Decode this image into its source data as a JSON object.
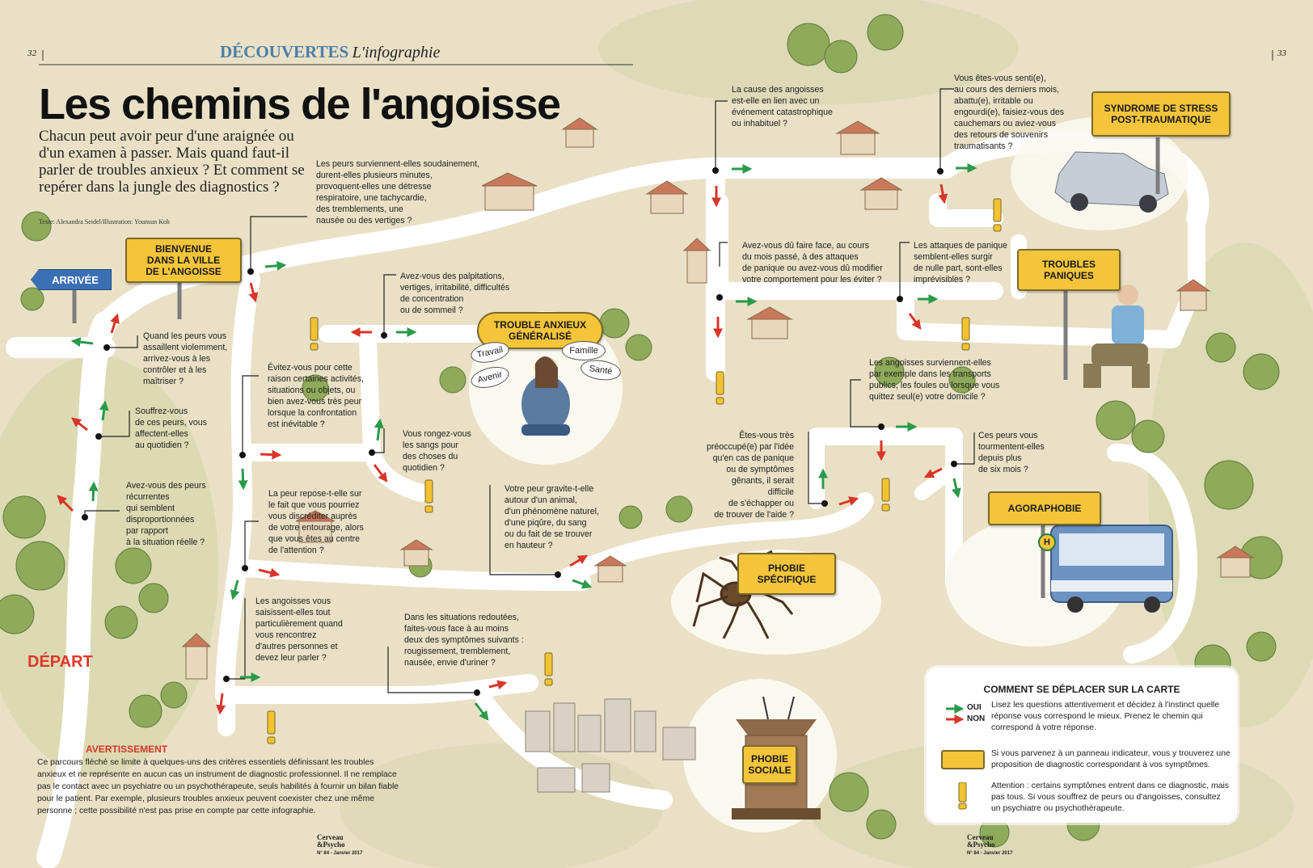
{
  "header": {
    "page_left": "32",
    "page_right": "33",
    "section": "DÉCOUVERTES",
    "section_sub": "L'infographie"
  },
  "title": "Les chemins de l'angoisse",
  "subtitle": "Chacun peut avoir peur d'une araignée ou d'un examen à passer. Mais quand faut-il parler de troubles anxieux ? Et comment se repérer dans la jungle des diagnostics ?",
  "credit": "Texte: Alexandra Seidel/Illustration: Younsun Koh",
  "labels": {
    "arrivee": "ARRIVÉE",
    "depart": "DÉPART"
  },
  "signs": {
    "bienvenue": "BIENVENUE\nDANS LA VILLE\nDE L'ANGOISSE",
    "tag": "TROUBLE ANXIEUX\nGÉNÉRALISÉ",
    "sspt": "SYNDROME DE STRESS\nPOST-TRAUMATIQUE",
    "paniques": "TROUBLES\nPANIQUES",
    "agoraphobie": "AGORAPHOBIE",
    "phobie_specifique": "PHOBIE\nSPÉCIFIQUE",
    "phobie_sociale": "PHOBIE\nSOCIALE"
  },
  "bubbles": [
    "Travail",
    "Famille",
    "Avenir",
    "Santé"
  ],
  "bus_stop": "H",
  "questions": {
    "q1": "Avez-vous des peurs\nrécurrentes\nqui semblent\ndisproportionnées\npar rapport\nà la situation réelle ?",
    "q2": "Souffrez-vous\nde ces peurs, vous\naffectent-elles\nau quotidien ?",
    "q3": "Quand les peurs vous\nassaillent violemment,\narrivez-vous à les\ncontrôler et à les\nmaîtriser ?",
    "q4": "Les peurs surviennent-elles soudainement,\ndurent-elles plusieurs minutes,\nprovoquent-elles une détresse\nrespiratoire, une tachycardie,\ndes tremblements, une\nnausée ou des vertiges ?",
    "q5": "Avez-vous des palpitations,\nvertiges, irritabilité, difficultés\nde concentration\nou de sommeil ?",
    "q6": "Évitez-vous pour cette\nraison certaines activités,\nsituations ou objets, ou\nbien avez-vous très peur\nlorsque la confrontation\nest inévitable ?",
    "q7": "Vous rongez-vous\nles sangs pour\ndes choses du\nquotidien ?",
    "q8": "La peur repose-t-elle sur\nle fait que vous pourriez\nvous discréditer auprès\nde votre entourage, alors\nque vous êtes au centre\nde l'attention ?",
    "q9": "Votre peur gravite-t-elle\nautour d'un animal,\nd'un phénomène naturel,\nd'une piqûre, du sang\nou du fait de se trouver\nen hauteur ?",
    "q10": "Les angoisses vous\nsaisissent-elles tout\nparticulièrement quand\nvous rencontrez\nd'autres personnes et\ndevez leur parler ?",
    "q11": "Dans les situations redoutées,\nfaites-vous face à au moins\ndeux des symptômes suivants :\nrougissement, tremblement,\nnausée, envie d'uriner ?",
    "q12": "La cause des angoisses\nest-elle en lien avec un\névénement catastrophique\nou inhabituel ?",
    "q13": "Vous êtes-vous senti(e),\nau cours des derniers mois,\nabattu(e), irritable ou\nengourdi(e), faisiez-vous des\ncauchemars ou aviez-vous\ndes retours de souvenirs\ntraumatisants ?",
    "q14": "Avez-vous dû faire face, au cours\ndu mois passé, à des attaques\nde panique ou avez-vous dû modifier\nvotre comportement pour les éviter ?",
    "q15": "Les attaques de panique\nsemblent-elles surgir\nde nulle part, sont-elles\nimprévisibles ?",
    "q16": "Les angoisses surviennent-elles\npar exemple dans les transports\npublics, les foules ou lorsque vous\nquittez seul(e) votre domicile ?",
    "q17": "Êtes-vous très\npréoccupé(e) par l'idée\nqu'en cas de panique\nou de symptômes\ngênants, il serait difficile\nde s'échapper ou\nde trouver de l'aide ?",
    "q18": "Ces peurs vous\ntourmentent-elles\ndepuis plus\nde six mois ?"
  },
  "legend": {
    "title": "COMMENT SE DÉPLACER SUR LA CARTE",
    "oui": "OUI",
    "non": "NON",
    "text1": "Lisez les questions attentivement et décidez à l'instinct quelle réponse vous correspond le mieux. Prenez le chemin qui correspond à votre réponse.",
    "text2": "Si vous parvenez à un panneau indicateur, vous y trouverez une proposition de diagnostic correspondant à vos symptômes.",
    "text3": "Attention : certains symptômes entrent dans ce diagnostic, mais pas tous. Si vous souffrez de peurs ou d'angoisses, consultez un psychiatre ou psychothérapeute."
  },
  "warning": {
    "title": "AVERTISSEMENT",
    "text": "Ce parcours fléché se limite à quelques-uns des critères essentiels définissant les troubles anxieux et ne représente en aucun cas un instrument de diagnostic professionnel. Il ne remplace pas le contact avec un psychiatre ou un psychothérapeute, seuls habilités à fournir un bilan fiable pour le patient. Par exemple, plusieurs troubles anxieux peuvent coexister chez une même personne ; cette possibilité n'est pas prise en compte par cette infographie."
  },
  "footer": {
    "brand1": "Cerveau",
    "brand2": "&Psycho",
    "issue": "N° 84 - Janvier 2017"
  },
  "colors": {
    "oui": "#2a9a4a",
    "non": "#d8362a",
    "sign": "#f4c43a",
    "road": "#ffffff",
    "ground": "#e9e0c6",
    "accent": "#4a7fa8"
  }
}
